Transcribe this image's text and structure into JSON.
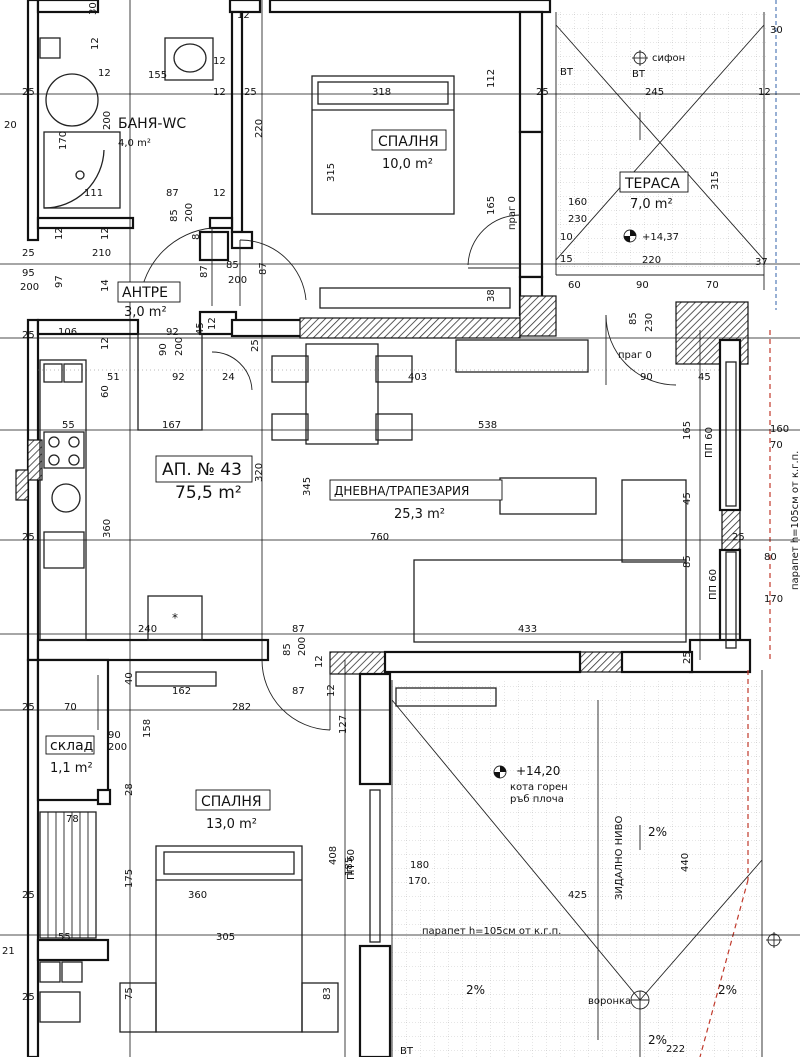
{
  "apartment": {
    "label": "АП. № 43",
    "area": "75,5 m²"
  },
  "rooms": {
    "bath": {
      "name": "БАНЯ-WC",
      "area": "4,0 m²"
    },
    "bedroom_top": {
      "name": "СПАЛНЯ",
      "area": "10,0 m²"
    },
    "terrace": {
      "name": "ТЕРАСА",
      "area": "7,0 m²"
    },
    "hall": {
      "name": "АНТРЕ",
      "area": "3,0 m²"
    },
    "living": {
      "name": "ДНЕВНА/ТРАПЕЗАРИЯ",
      "area": "25,3 m²"
    },
    "storage": {
      "name": "склад",
      "area": "1,1 m²"
    },
    "bedroom_bottom": {
      "name": "СПАЛНЯ",
      "area": "13,0 m²"
    }
  },
  "labels": {
    "siphon": "сифон",
    "bt1": "ВТ",
    "bt2": "ВТ",
    "bt3": "ВТ",
    "level_terrace": "+14,37",
    "level_roof": "+14,20",
    "roof_note_1": "кота горен",
    "roof_note_2": "ръб плоча",
    "threshold_1": "праг 0",
    "threshold_2": "праг 0",
    "wall_level": "ЗИДАЛНО НИВО",
    "parapet": "парапет h=105см от к.г.п.",
    "parapet_side": "парапет h=105см от к.г.п.",
    "funnel": "воронка",
    "slope_1": "2%",
    "slope_2": "2%",
    "slope_3": "2%",
    "slope_4": "2%",
    "star": "*",
    "pp60_a": "ПП 60",
    "pp60_b": "ПП 60",
    "pp60_c": "ПП 60"
  },
  "dims": [
    {
      "t": "30"
    },
    {
      "t": "12"
    },
    {
      "t": "12"
    },
    {
      "t": "12"
    },
    {
      "t": "12"
    },
    {
      "t": "155"
    },
    {
      "t": "25"
    },
    {
      "t": "12"
    },
    {
      "t": "25"
    },
    {
      "t": "318"
    },
    {
      "t": "112"
    },
    {
      "t": "25"
    },
    {
      "t": "245"
    },
    {
      "t": "12"
    },
    {
      "t": "200"
    },
    {
      "t": "220"
    },
    {
      "t": "315"
    },
    {
      "t": "315"
    },
    {
      "t": "170"
    },
    {
      "t": "111"
    },
    {
      "t": "87"
    },
    {
      "t": "12"
    },
    {
      "t": "85"
    },
    {
      "t": "200"
    },
    {
      "t": "165"
    },
    {
      "t": "160"
    },
    {
      "t": "230"
    },
    {
      "t": "25"
    },
    {
      "t": "210"
    },
    {
      "t": "12"
    },
    {
      "t": "12"
    },
    {
      "t": "8"
    },
    {
      "t": "85"
    },
    {
      "t": "87"
    },
    {
      "t": "200"
    },
    {
      "t": "220"
    },
    {
      "t": "37"
    },
    {
      "t": "95"
    },
    {
      "t": "200"
    },
    {
      "t": "97"
    },
    {
      "t": "14"
    },
    {
      "t": "87"
    },
    {
      "t": "38"
    },
    {
      "t": "60"
    },
    {
      "t": "90"
    },
    {
      "t": "70"
    },
    {
      "t": "106"
    },
    {
      "t": "92"
    },
    {
      "t": "45"
    },
    {
      "t": "12"
    },
    {
      "t": "85"
    },
    {
      "t": "230"
    },
    {
      "t": "90"
    },
    {
      "t": "200"
    },
    {
      "t": "25"
    },
    {
      "t": "12"
    },
    {
      "t": "25"
    },
    {
      "t": "51"
    },
    {
      "t": "92"
    },
    {
      "t": "24"
    },
    {
      "t": "403"
    },
    {
      "t": "90"
    },
    {
      "t": "45"
    },
    {
      "t": "60"
    },
    {
      "t": "55"
    },
    {
      "t": "167"
    },
    {
      "t": "538"
    },
    {
      "t": "165"
    },
    {
      "t": "160"
    },
    {
      "t": "70"
    },
    {
      "t": "320"
    },
    {
      "t": "345"
    },
    {
      "t": "760"
    },
    {
      "t": "360"
    },
    {
      "t": "25"
    },
    {
      "t": "45"
    },
    {
      "t": "25"
    },
    {
      "t": "85"
    },
    {
      "t": "80"
    },
    {
      "t": "170"
    },
    {
      "t": "240"
    },
    {
      "t": "87"
    },
    {
      "t": "433"
    },
    {
      "t": "85"
    },
    {
      "t": "200"
    },
    {
      "t": "12"
    },
    {
      "t": "25"
    },
    {
      "t": "40"
    },
    {
      "t": "162"
    },
    {
      "t": "87"
    },
    {
      "t": "12"
    },
    {
      "t": "70"
    },
    {
      "t": "282"
    },
    {
      "t": "25"
    },
    {
      "t": "90"
    },
    {
      "t": "200"
    },
    {
      "t": "158"
    },
    {
      "t": "127"
    },
    {
      "t": "28"
    },
    {
      "t": "78"
    },
    {
      "t": "408"
    },
    {
      "t": "185"
    },
    {
      "t": "180"
    },
    {
      "t": "170."
    },
    {
      "t": "175"
    },
    {
      "t": "360"
    },
    {
      "t": "425"
    },
    {
      "t": "440"
    },
    {
      "t": "25"
    },
    {
      "t": "305"
    },
    {
      "t": "55"
    },
    {
      "t": "75"
    },
    {
      "t": "25"
    },
    {
      "t": "83"
    },
    {
      "t": "222"
    },
    {
      "t": "20"
    },
    {
      "t": "21"
    },
    {
      "t": "30"
    },
    {
      "t": "10"
    },
    {
      "t": "15"
    }
  ]
}
